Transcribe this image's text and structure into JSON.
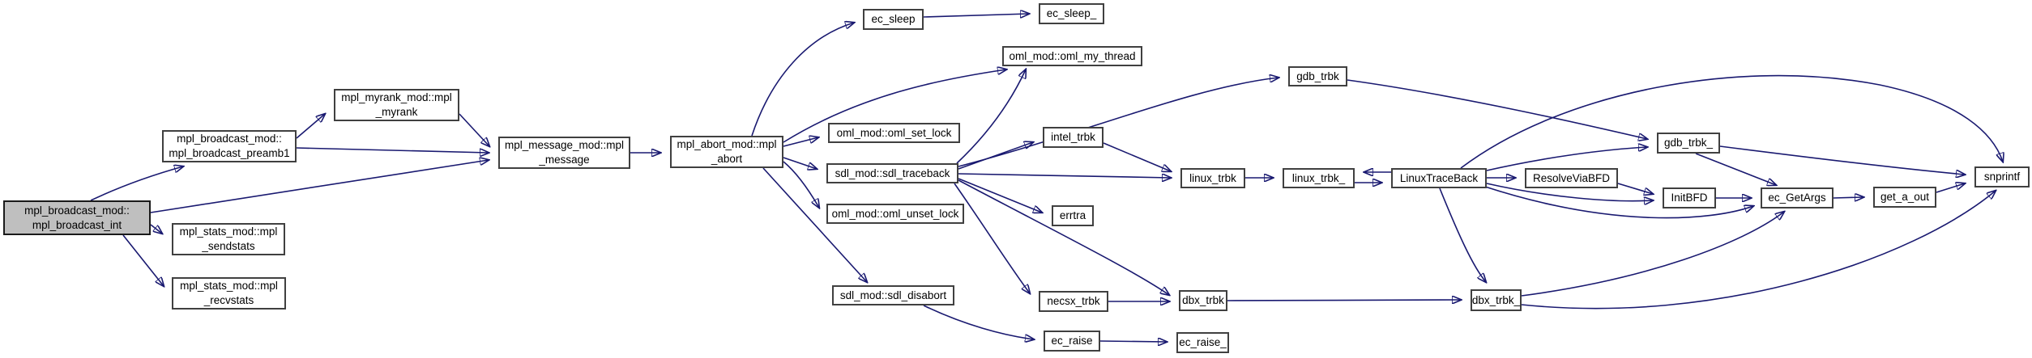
{
  "diagram": {
    "type": "call-graph",
    "root_id": "broadcast_int",
    "colors": {
      "edge": "#191970",
      "node_fill": "#ffffff",
      "node_border": "#404040",
      "root_fill": "#bfbfbf",
      "background": "#ffffff"
    },
    "nodes": [
      {
        "id": "broadcast_int",
        "label": "mpl_broadcast_mod::\nmpl_broadcast_int",
        "root": true
      },
      {
        "id": "preamb1",
        "label": "mpl_broadcast_mod::\nmpl_broadcast_preamb1"
      },
      {
        "id": "myrank",
        "label": "mpl_myrank_mod::mpl\n_myrank"
      },
      {
        "id": "sendstats",
        "label": "mpl_stats_mod::mpl\n_sendstats"
      },
      {
        "id": "recvstats",
        "label": "mpl_stats_mod::mpl\n_recvstats"
      },
      {
        "id": "message",
        "label": "mpl_message_mod::mpl\n_message"
      },
      {
        "id": "abort",
        "label": "mpl_abort_mod::mpl\n_abort"
      },
      {
        "id": "ec_sleep",
        "label": "ec_sleep"
      },
      {
        "id": "ec_sleep_",
        "label": "ec_sleep_"
      },
      {
        "id": "oml_my_thread",
        "label": "oml_mod::oml_my_thread"
      },
      {
        "id": "oml_set_lock",
        "label": "oml_mod::oml_set_lock"
      },
      {
        "id": "sdl_traceback",
        "label": "sdl_mod::sdl_traceback"
      },
      {
        "id": "oml_unset_lock",
        "label": "oml_mod::oml_unset_lock"
      },
      {
        "id": "intel_trbk",
        "label": "intel_trbk"
      },
      {
        "id": "errtra",
        "label": "errtra"
      },
      {
        "id": "sdl_disabort",
        "label": "sdl_mod::sdl_disabort"
      },
      {
        "id": "necsx_trbk",
        "label": "necsx_trbk"
      },
      {
        "id": "ec_raise",
        "label": "ec_raise"
      },
      {
        "id": "ec_raise_",
        "label": "ec_raise_"
      },
      {
        "id": "dbx_trbk",
        "label": "dbx_trbk"
      },
      {
        "id": "linux_trbk",
        "label": "linux_trbk"
      },
      {
        "id": "linux_trbk_",
        "label": "linux_trbk_"
      },
      {
        "id": "LinuxTraceBack",
        "label": "LinuxTraceBack"
      },
      {
        "id": "gdb_trbk",
        "label": "gdb_trbk"
      },
      {
        "id": "gdb_trbk_",
        "label": "gdb_trbk_"
      },
      {
        "id": "ResolveViaBFD",
        "label": "ResolveViaBFD"
      },
      {
        "id": "InitBFD",
        "label": "InitBFD"
      },
      {
        "id": "ec_GetArgs",
        "label": "ec_GetArgs"
      },
      {
        "id": "get_a_out",
        "label": "get_a_out"
      },
      {
        "id": "snprintf",
        "label": "snprintf"
      },
      {
        "id": "dbx_trbk_",
        "label": "dbx_trbk_"
      }
    ],
    "edges": [
      {
        "from": "broadcast_int",
        "to": "preamb1"
      },
      {
        "from": "broadcast_int",
        "to": "message"
      },
      {
        "from": "broadcast_int",
        "to": "sendstats"
      },
      {
        "from": "broadcast_int",
        "to": "recvstats"
      },
      {
        "from": "preamb1",
        "to": "myrank"
      },
      {
        "from": "preamb1",
        "to": "message"
      },
      {
        "from": "myrank",
        "to": "message"
      },
      {
        "from": "message",
        "to": "abort"
      },
      {
        "from": "abort",
        "to": "ec_sleep"
      },
      {
        "from": "abort",
        "to": "oml_my_thread"
      },
      {
        "from": "abort",
        "to": "oml_set_lock"
      },
      {
        "from": "abort",
        "to": "sdl_traceback"
      },
      {
        "from": "abort",
        "to": "oml_unset_lock"
      },
      {
        "from": "abort",
        "to": "sdl_disabort"
      },
      {
        "from": "ec_sleep",
        "to": "ec_sleep_"
      },
      {
        "from": "sdl_traceback",
        "to": "oml_my_thread"
      },
      {
        "from": "sdl_traceback",
        "to": "gdb_trbk"
      },
      {
        "from": "sdl_traceback",
        "to": "intel_trbk"
      },
      {
        "from": "sdl_traceback",
        "to": "linux_trbk"
      },
      {
        "from": "sdl_traceback",
        "to": "errtra"
      },
      {
        "from": "sdl_traceback",
        "to": "necsx_trbk"
      },
      {
        "from": "sdl_traceback",
        "to": "dbx_trbk"
      },
      {
        "from": "intel_trbk",
        "to": "linux_trbk"
      },
      {
        "from": "sdl_disabort",
        "to": "ec_raise"
      },
      {
        "from": "ec_raise",
        "to": "ec_raise_"
      },
      {
        "from": "necsx_trbk",
        "to": "dbx_trbk"
      },
      {
        "from": "dbx_trbk",
        "to": "dbx_trbk_"
      },
      {
        "from": "linux_trbk",
        "to": "linux_trbk_"
      },
      {
        "from": "linux_trbk_",
        "to": "LinuxTraceBack"
      },
      {
        "from": "LinuxTraceBack",
        "to": "linux_trbk_"
      },
      {
        "from": "LinuxTraceBack",
        "to": "ResolveViaBFD"
      },
      {
        "from": "LinuxTraceBack",
        "to": "gdb_trbk_"
      },
      {
        "from": "LinuxTraceBack",
        "to": "InitBFD"
      },
      {
        "from": "LinuxTraceBack",
        "to": "dbx_trbk_"
      },
      {
        "from": "LinuxTraceBack",
        "to": "ec_GetArgs"
      },
      {
        "from": "LinuxTraceBack",
        "to": "snprintf"
      },
      {
        "from": "gdb_trbk",
        "to": "gdb_trbk_"
      },
      {
        "from": "gdb_trbk_",
        "to": "ec_GetArgs"
      },
      {
        "from": "gdb_trbk_",
        "to": "snprintf"
      },
      {
        "from": "ResolveViaBFD",
        "to": "InitBFD"
      },
      {
        "from": "InitBFD",
        "to": "ec_GetArgs"
      },
      {
        "from": "ec_GetArgs",
        "to": "get_a_out"
      },
      {
        "from": "get_a_out",
        "to": "snprintf"
      },
      {
        "from": "dbx_trbk_",
        "to": "ec_GetArgs"
      },
      {
        "from": "dbx_trbk_",
        "to": "snprintf"
      }
    ]
  }
}
